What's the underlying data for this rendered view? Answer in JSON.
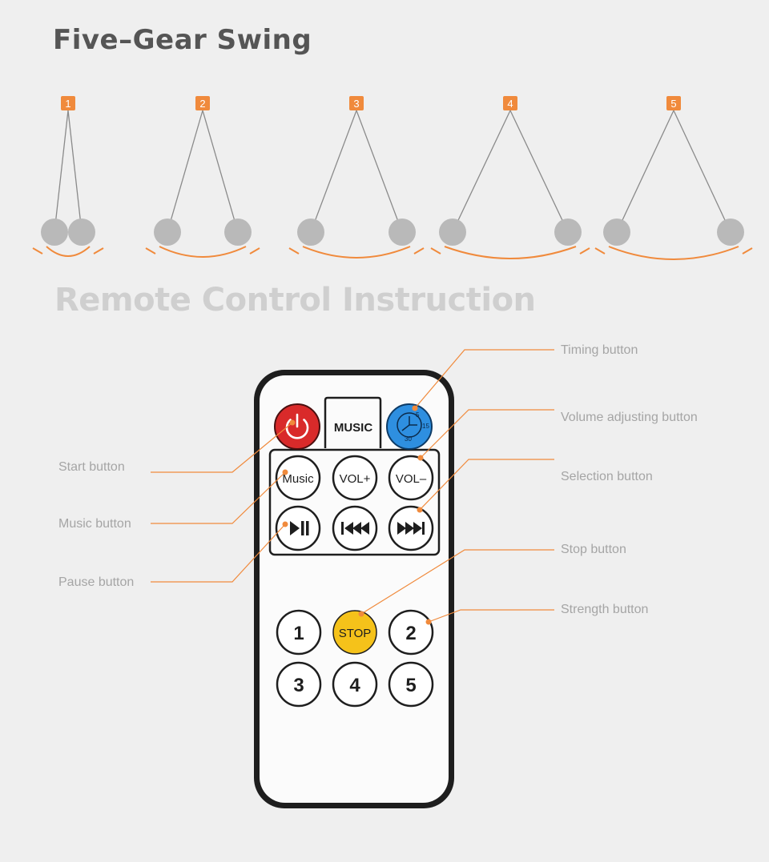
{
  "header": {
    "title": "Five–Gear Swing",
    "subtitle": "Remote Control Instruction"
  },
  "gears": [
    {
      "label": "1"
    },
    {
      "label": "2"
    },
    {
      "label": "3"
    },
    {
      "label": "4"
    },
    {
      "label": "5"
    }
  ],
  "remote": {
    "music_tab": "MUSIC",
    "timer_marks": [
      "5",
      "15",
      "30"
    ],
    "buttons": {
      "music": "Music",
      "vol_plus": "VOL+",
      "vol_minus": "VOL–",
      "stop": "STOP",
      "n1": "1",
      "n2": "2",
      "n3": "3",
      "n4": "4",
      "n5": "5"
    }
  },
  "labels": {
    "start": "Start button",
    "music": "Music button",
    "pause": "Pause button",
    "timing": "Timing button",
    "volume": "Volume adjusting button",
    "selection": "Selection button",
    "stop": "Stop button",
    "strength": "Strength button"
  },
  "colors": {
    "accent": "#f08a3c",
    "power": "#d92a2a",
    "timer": "#2e8fe0",
    "stop": "#f5c21a",
    "ball": "#b9b9b9"
  }
}
